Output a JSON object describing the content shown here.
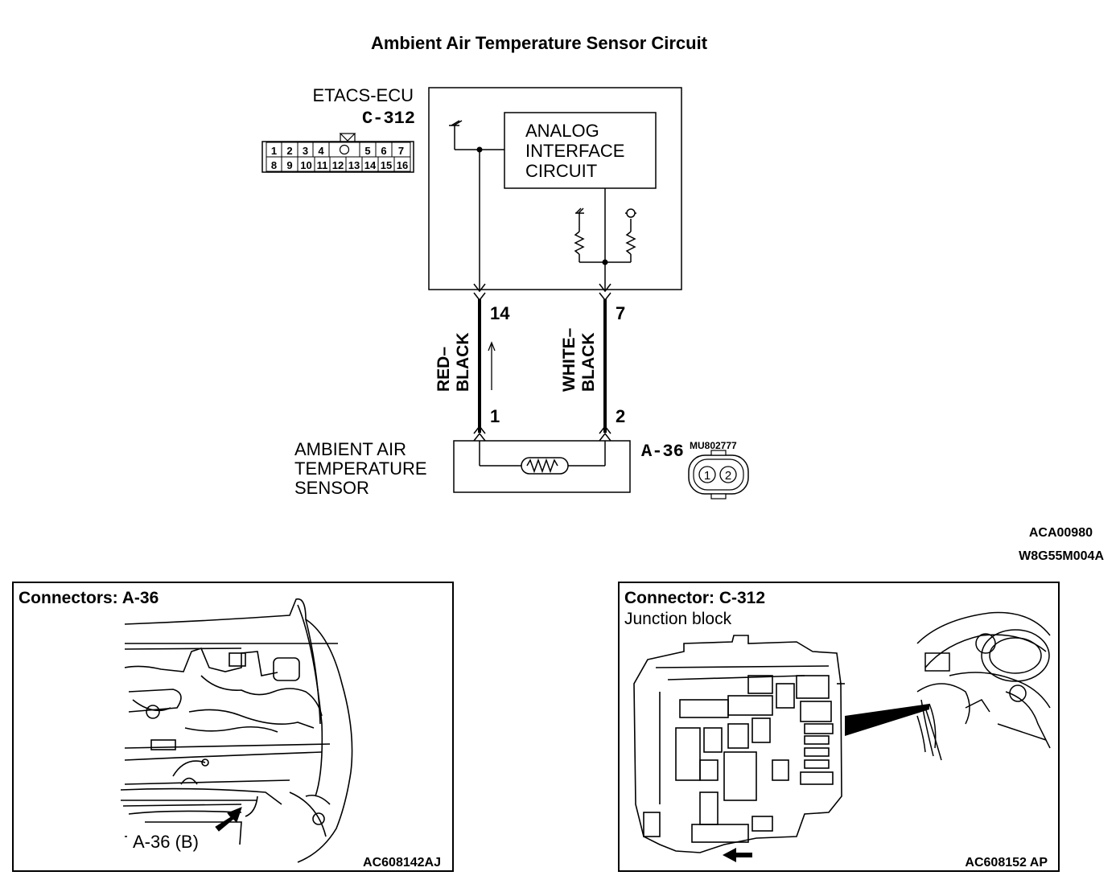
{
  "title": "Ambient Air Temperature Sensor Circuit",
  "ecu": {
    "name": "ETACS-ECU",
    "connector": "C-312",
    "pins_top": [
      "1",
      "2",
      "3",
      "4",
      "",
      "5",
      "6",
      "7"
    ],
    "pins_bottom": [
      "8",
      "9",
      "10",
      "11",
      "12",
      "13",
      "14",
      "15",
      "16"
    ],
    "internal_block": [
      "ANALOG",
      "INTERFACE",
      "CIRCUIT"
    ]
  },
  "wires": {
    "left": {
      "ecu_pin": "14",
      "sensor_pin": "1",
      "color_line1": "RED–",
      "color_line2": "BLACK"
    },
    "right": {
      "ecu_pin": "7",
      "sensor_pin": "2",
      "color_line1": "WHITE–",
      "color_line2": "BLACK"
    }
  },
  "sensor": {
    "label": [
      "AMBIENT AIR",
      "TEMPERATURE",
      "SENSOR"
    ],
    "connector": "A-36",
    "part_number": "MU802777",
    "pins": [
      "1",
      "2"
    ]
  },
  "codes": {
    "diagram_id": "ACA00980",
    "doc_id": "W8G55M004A"
  },
  "panel_left": {
    "title": "Connectors: A-36",
    "callout": "A-36 (B)",
    "image_id": "AC608142AJ"
  },
  "panel_right": {
    "title": "Connector: C-312",
    "subtitle": "Junction block",
    "image_id": "AC608152 AP"
  }
}
